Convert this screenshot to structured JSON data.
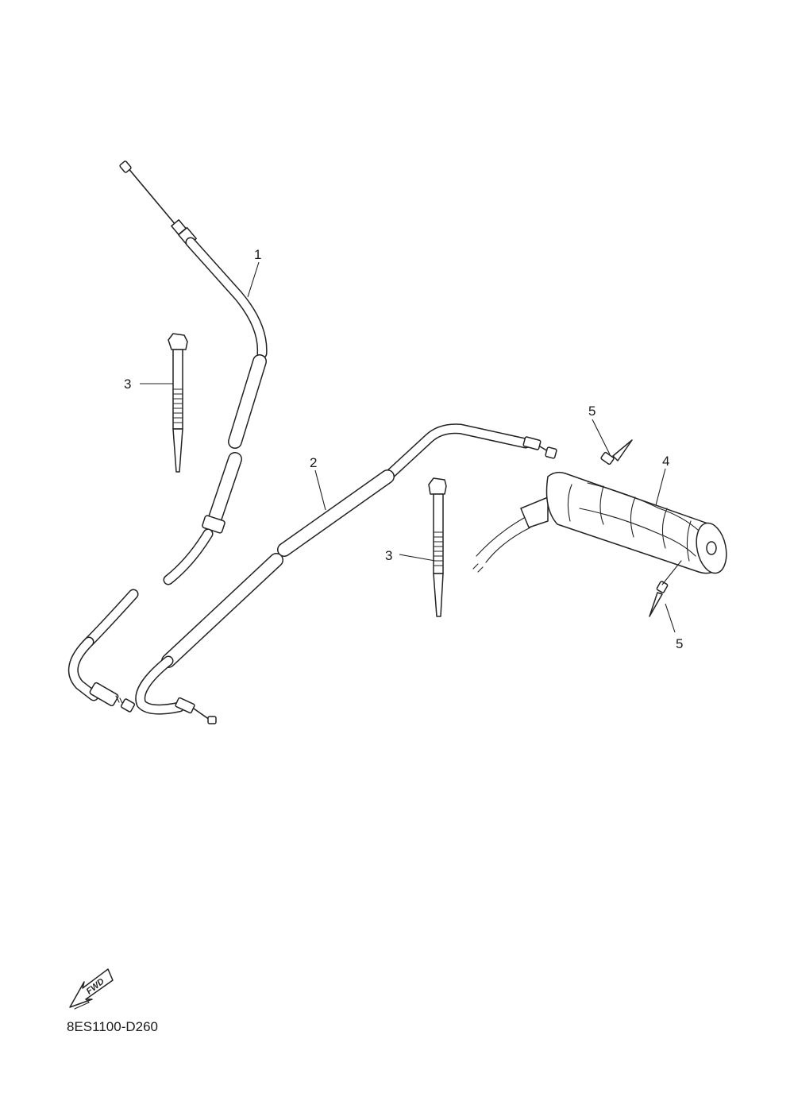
{
  "diagram": {
    "drawing_code": "8ES1100-D260",
    "fwd_label": "FWD",
    "callouts": [
      "1",
      "2",
      "3",
      "3",
      "4",
      "5",
      "5"
    ]
  }
}
